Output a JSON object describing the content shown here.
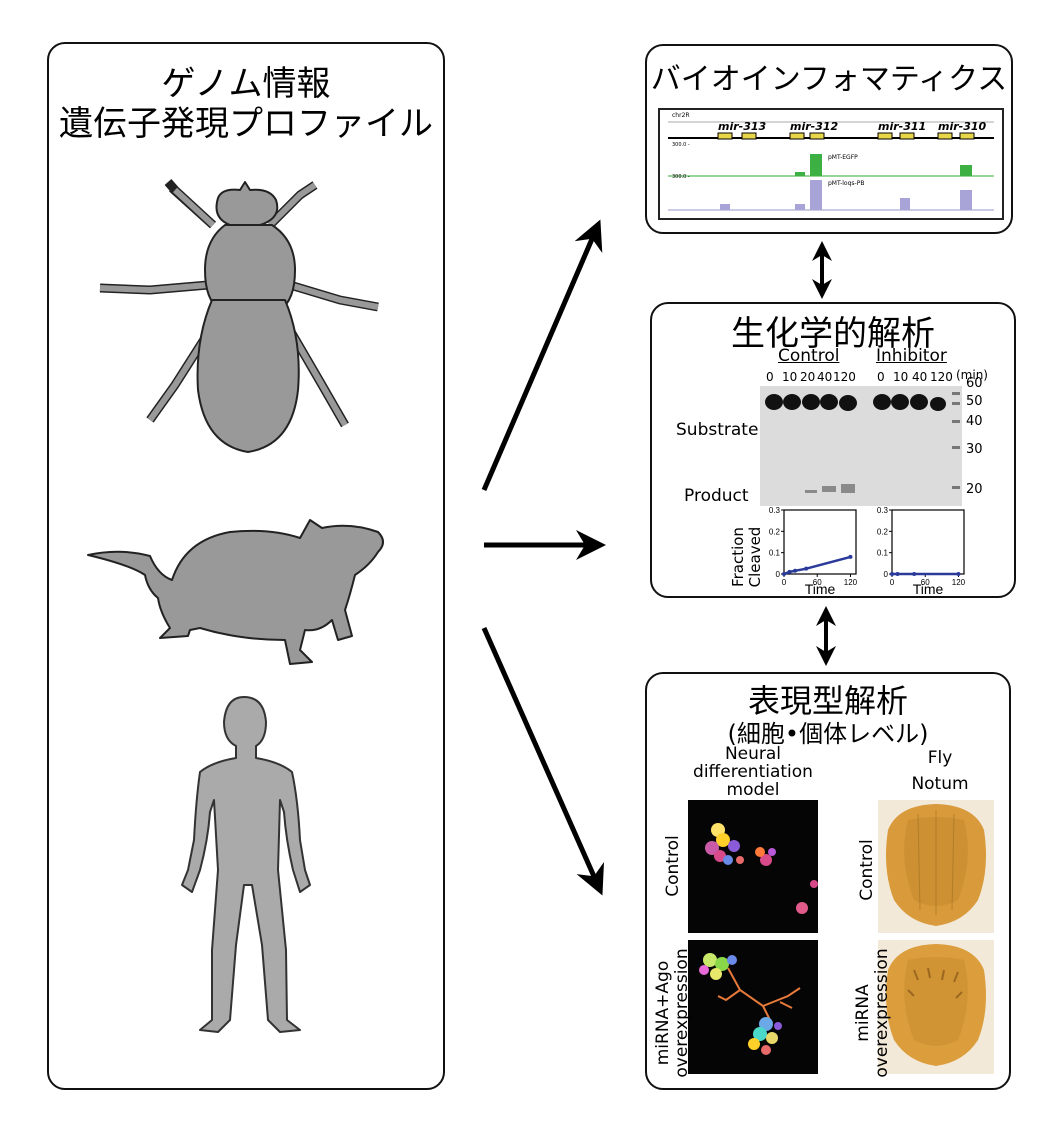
{
  "left_panel": {
    "title_line1": "ゲノム情報",
    "title_line2": "遺伝子発現プロファイル"
  },
  "bioinformatics": {
    "title": "バイオインフォマティクス",
    "chrom": "chr2R",
    "genes": [
      "mir-313",
      "mir-312",
      "mir-311",
      "mir-310"
    ],
    "track1_scale": "300.0 -",
    "track2_scale": "300.0 -",
    "track1_label": "pMT-EGFP",
    "track2_label": "pMT-loqs-PB"
  },
  "biochem": {
    "title": "生化学的解析",
    "control_label": "Control",
    "inhibitor_label": "Inhibitor",
    "control_times": [
      "0",
      "10",
      "20",
      "40",
      "120"
    ],
    "inhibitor_times": [
      "0",
      "10",
      "40",
      "120"
    ],
    "min_label": "(min)",
    "substrate_label": "Substrate",
    "product_label": "Product",
    "ladder": [
      "60",
      "50",
      "40",
      "30",
      "20"
    ],
    "yaxis_label_line1": "Fraction",
    "yaxis_label_line2": "Cleaved",
    "xaxis_label": "Time",
    "yticks": [
      "0.3",
      "0.2",
      "0.1",
      "0"
    ],
    "xticks": [
      "0",
      "60",
      "120"
    ]
  },
  "chart_data": [
    {
      "type": "line",
      "x": [
        0,
        10,
        20,
        40,
        120
      ],
      "series": [
        {
          "values": [
            0.0,
            0.01,
            0.015,
            0.025,
            0.08
          ]
        }
      ],
      "xlabel": "Time",
      "ylabel": "Fraction Cleaved",
      "xlim": [
        0,
        130
      ],
      "ylim": [
        0,
        0.3
      ]
    },
    {
      "type": "line",
      "x": [
        0,
        10,
        40,
        120
      ],
      "series": [
        {
          "values": [
            0.0,
            0.0,
            0.0,
            0.0
          ]
        }
      ],
      "xlabel": "Time",
      "ylabel": "",
      "xlim": [
        0,
        130
      ],
      "ylim": [
        0,
        0.3
      ]
    }
  ],
  "phenotype": {
    "title_line1": "表現型解析",
    "title_line2": "(細胞•個体レベル)",
    "neural_line1": "Neural",
    "neural_line2": "differentiation",
    "neural_line3": "model",
    "fly_line1": "Fly",
    "fly_line2": "Notum",
    "control_left": "Control",
    "control_right": "Control",
    "mirna_ago_line1": "miRNA+Ago",
    "mirna_ago_line2": "overexpression",
    "mirna_line1": "miRNA",
    "mirna_line2": "overexpression"
  }
}
